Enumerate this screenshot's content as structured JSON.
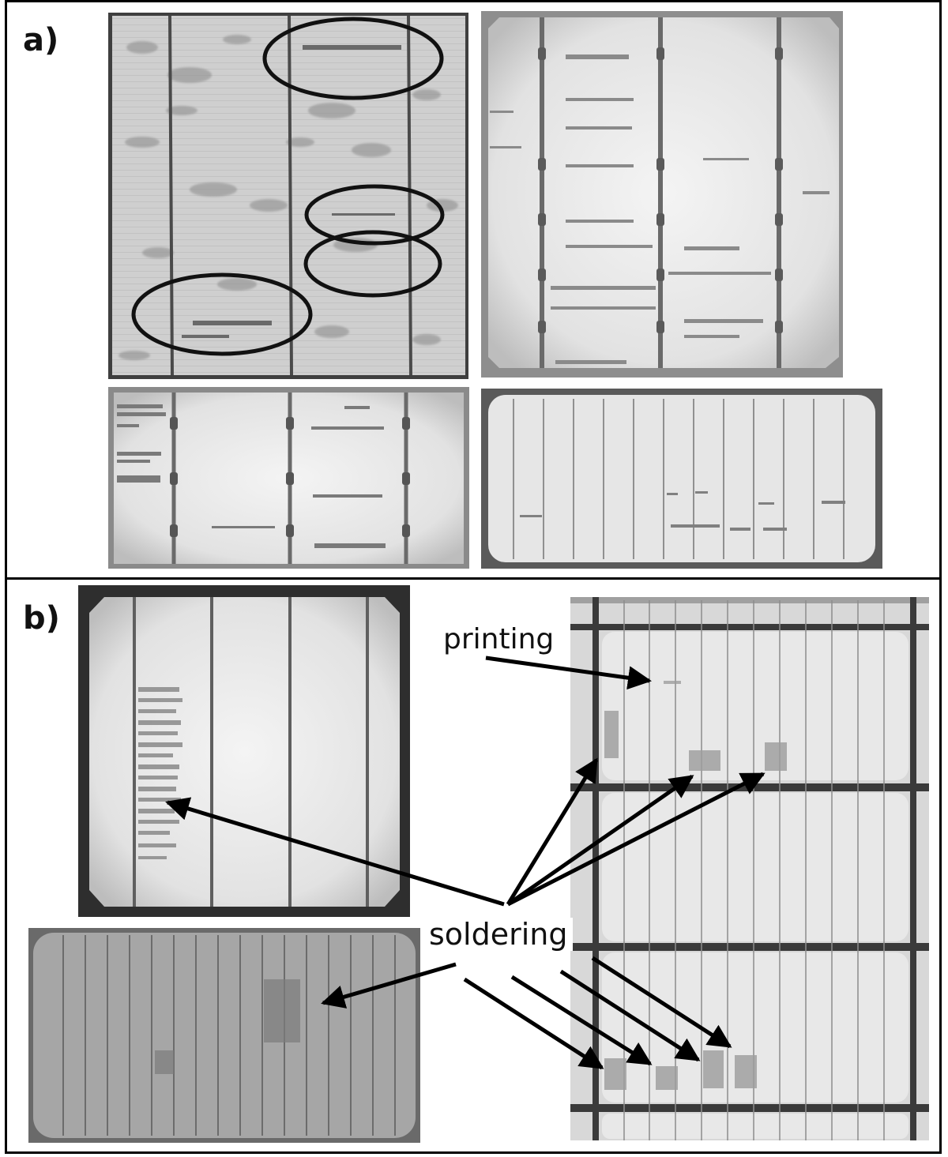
{
  "panels": {
    "a": {
      "label": "a)"
    },
    "b": {
      "label": "b)",
      "callouts": {
        "printing": "printing",
        "soldering": "soldering"
      }
    }
  }
}
